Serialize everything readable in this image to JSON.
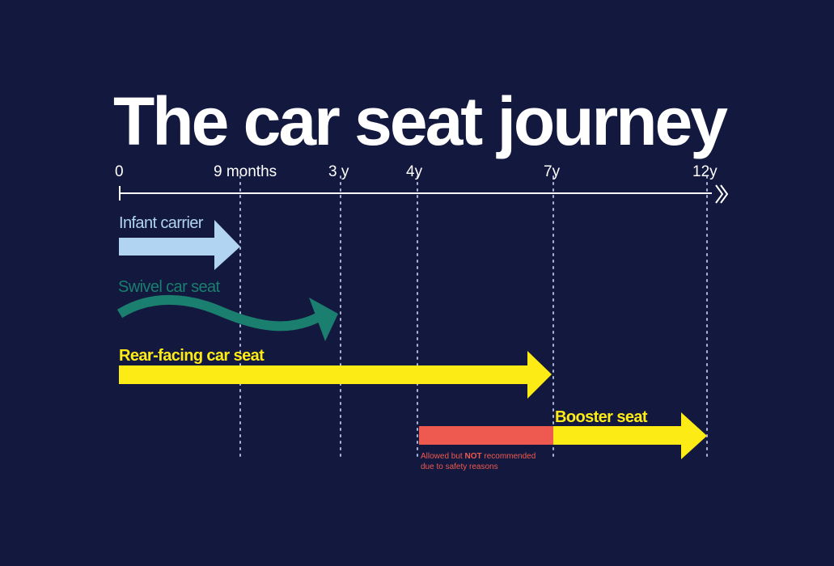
{
  "title": "The car seat journey",
  "timeline": {
    "ticks": [
      "0",
      "9 months",
      "3 y",
      "4y",
      "7y",
      "12y"
    ]
  },
  "seats": {
    "infant": {
      "label": "Infant carrier",
      "color": "#b0d4f1"
    },
    "swivel": {
      "label": "Swivel car seat",
      "color": "#1a7f6e"
    },
    "rear": {
      "label": "Rear-facing car seat",
      "color": "#fdeb16"
    },
    "booster": {
      "label": "Booster seat",
      "color": "#fdeb16",
      "not_recommended_color": "#ee5a4f",
      "note_prefix": "Allowed but ",
      "note_emphasis": "NOT",
      "note_suffix": " recommended",
      "note_line2": "due to safety reasons"
    }
  },
  "colors": {
    "background": "#13183e",
    "axis": "#ffffff"
  }
}
